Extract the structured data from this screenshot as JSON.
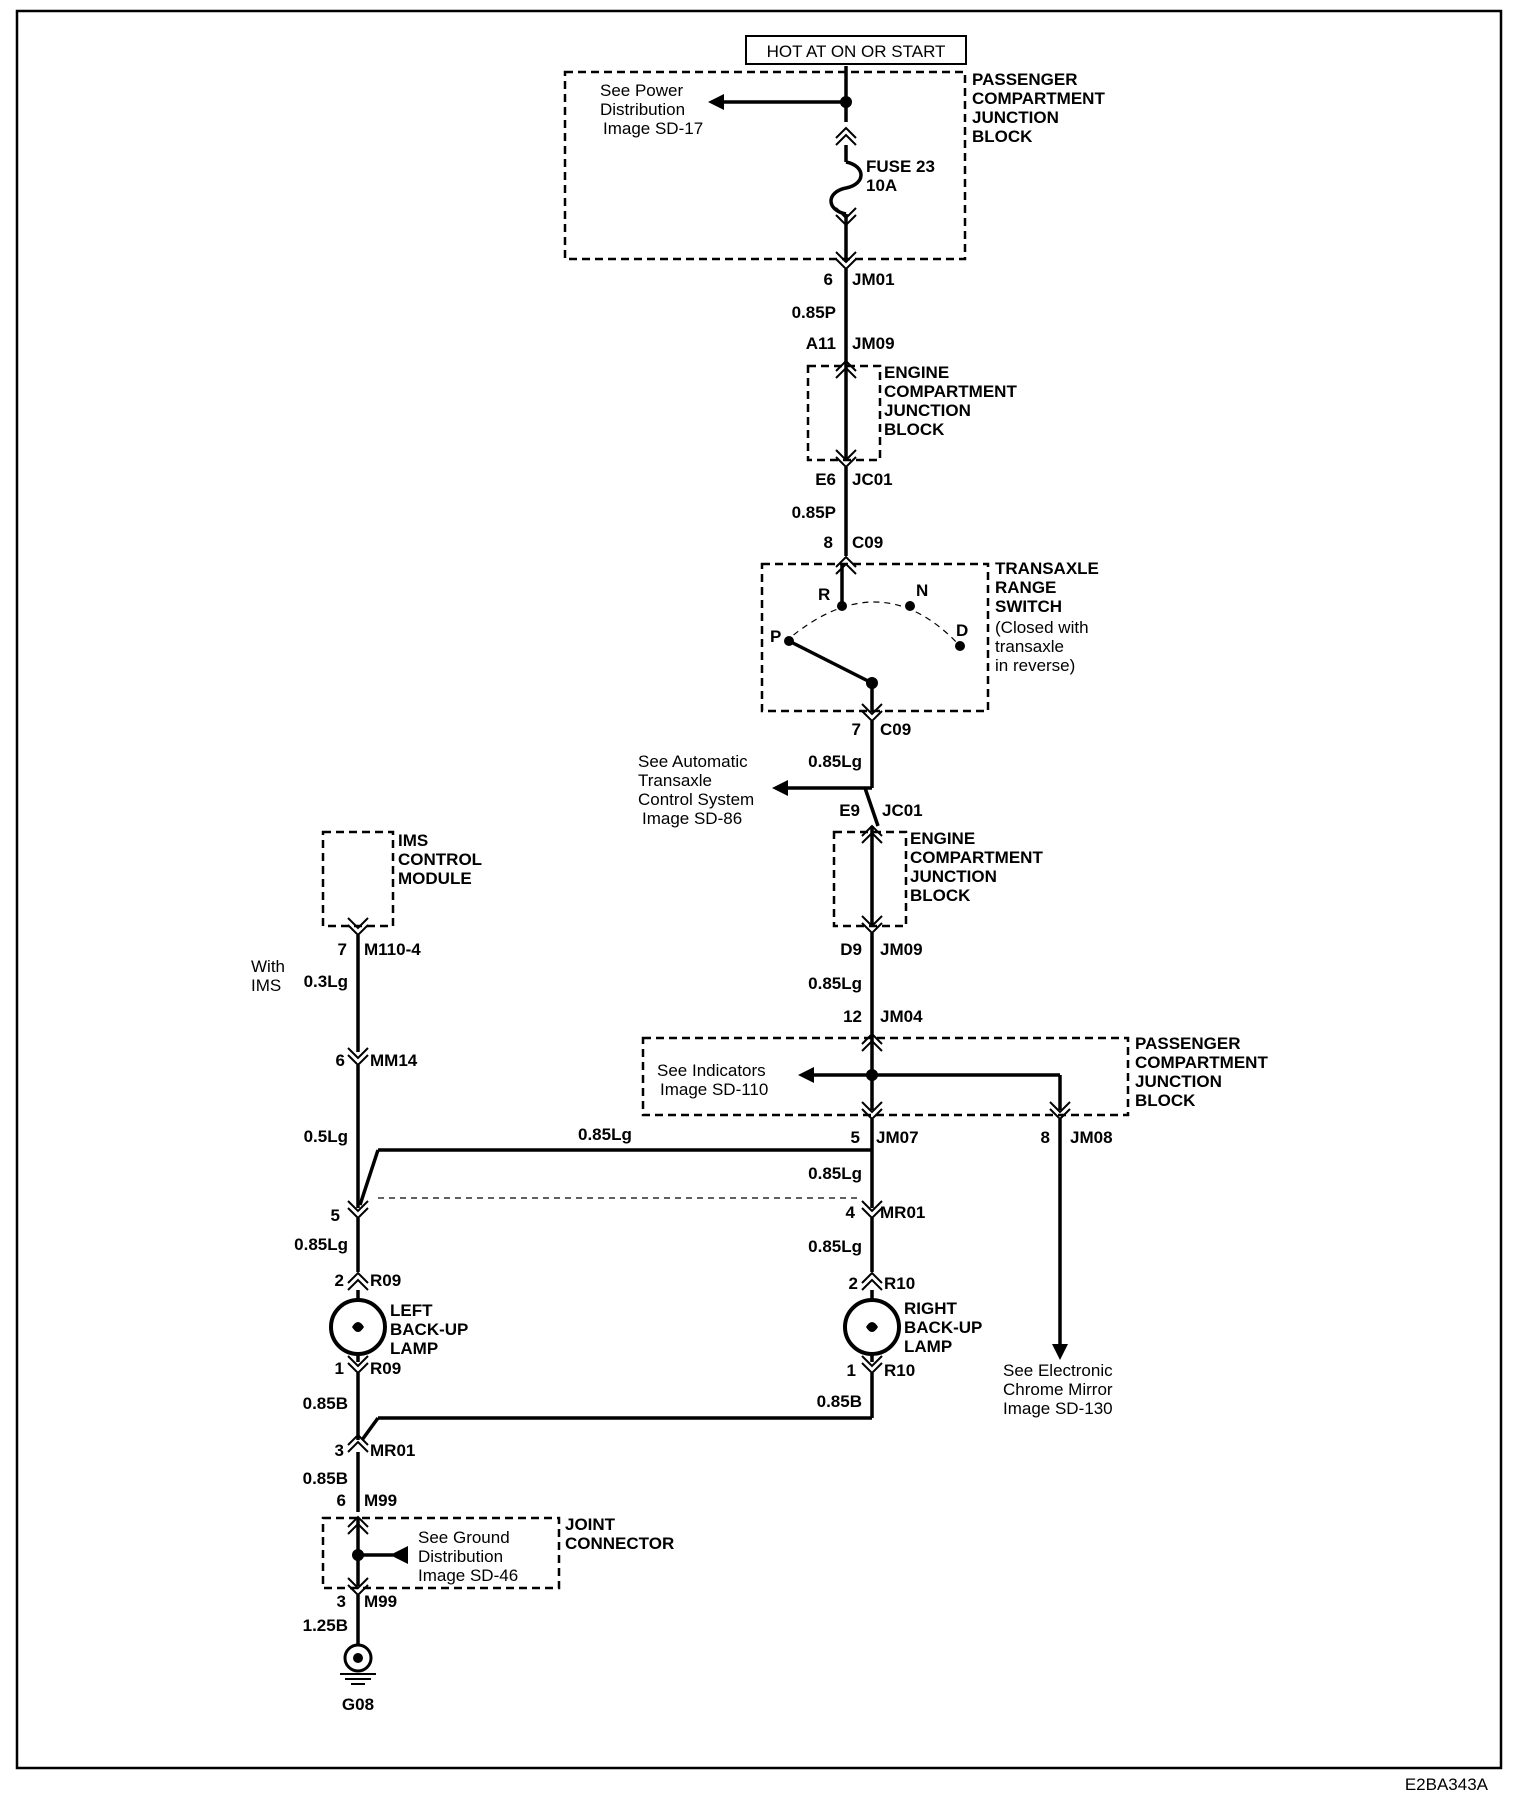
{
  "header": {
    "power_label": "HOT AT ON OR START"
  },
  "passenger_junction_top": {
    "title": [
      "PASSENGER",
      "COMPARTMENT",
      "JUNCTION",
      "BLOCK"
    ],
    "see_ref": [
      "See Power",
      "Distribution",
      "Image  SD-17"
    ],
    "fuse": [
      "FUSE 23",
      "10A"
    ]
  },
  "conn_jm01": {
    "pin": "6",
    "name": "JM01"
  },
  "wire_1": "0.85P",
  "conn_jm09_top": {
    "pin": "A11",
    "name": "JM09"
  },
  "engine_junction_1": {
    "title": [
      "ENGINE",
      "COMPARTMENT",
      "JUNCTION",
      "BLOCK"
    ]
  },
  "conn_jc01_top": {
    "pin": "E6",
    "name": "JC01"
  },
  "wire_2": "0.85P",
  "conn_c09_top": {
    "pin": "8",
    "name": "C09"
  },
  "range_switch": {
    "title": [
      "TRANSAXLE",
      "RANGE",
      "SWITCH"
    ],
    "note": [
      "(Closed with",
      "transaxle",
      "in reverse)"
    ],
    "positions": [
      "R",
      "N",
      "P",
      "D"
    ]
  },
  "conn_c09_bottom": {
    "pin": "7",
    "name": "C09"
  },
  "wire_3": "0.85Lg",
  "see_auto": [
    "See Automatic",
    "Transaxle",
    "Control System",
    "Image  SD-86"
  ],
  "conn_jc01_mid": {
    "pin": "E9",
    "name": "JC01"
  },
  "engine_junction_2": {
    "title": [
      "ENGINE",
      "COMPARTMENT",
      "JUNCTION",
      "BLOCK"
    ]
  },
  "conn_jm09_bottom": {
    "pin": "D9",
    "name": "JM09"
  },
  "wire_4": "0.85Lg",
  "conn_jm04": {
    "pin": "12",
    "name": "JM04"
  },
  "passenger_junction_bottom": {
    "title": [
      "PASSENGER",
      "COMPARTMENT",
      "JUNCTION",
      "BLOCK"
    ],
    "see_ref": [
      "See Indicators",
      "Image  SD-110"
    ]
  },
  "conn_jm07": {
    "pin": "5",
    "name": "JM07"
  },
  "conn_jm08": {
    "pin": "8",
    "name": "JM08"
  },
  "wire_jm07_cross": "0.85Lg",
  "wire_jm07_down": "0.85Lg",
  "conn_mr01_right": {
    "pin": "4",
    "name": "MR01"
  },
  "wire_mr01_right": "0.85Lg",
  "see_mirror": [
    "See Electronic",
    "Chrome Mirror",
    "Image  SD-130"
  ],
  "ims_module": {
    "title": [
      "IMS",
      "CONTROL",
      "MODULE"
    ]
  },
  "conn_m110": {
    "pin": "7",
    "name": "M110-4"
  },
  "with_ims": [
    "With",
    "IMS"
  ],
  "wire_ims": "0.3Lg",
  "conn_mm14": {
    "pin": "6",
    "name": "MM14"
  },
  "wire_mm14": "0.5Lg",
  "conn_mr01_left": {
    "pin": "5"
  },
  "wire_mr01_left": "0.85Lg",
  "left_lamp": {
    "title": [
      "LEFT",
      "BACK-UP",
      "LAMP"
    ],
    "conn_top": {
      "pin": "2",
      "name": "R09"
    },
    "conn_bottom": {
      "pin": "1",
      "name": "R09"
    }
  },
  "right_lamp": {
    "title": [
      "RIGHT",
      "BACK-UP",
      "LAMP"
    ],
    "conn_top": {
      "pin": "2",
      "name": "R10"
    },
    "conn_bottom": {
      "pin": "1",
      "name": "R10"
    }
  },
  "wire_ground_left": "0.85B",
  "wire_ground_right": "0.85B",
  "conn_mr01_ground": {
    "pin": "3",
    "name": "MR01"
  },
  "wire_ground_2": "0.85B",
  "conn_m99_top": {
    "pin": "6",
    "name": "M99"
  },
  "joint_connector": {
    "title": [
      "JOINT",
      "CONNECTOR"
    ],
    "see_ref": [
      "See Ground",
      "Distribution",
      "Image SD-46"
    ]
  },
  "conn_m99_bottom": {
    "pin": "3",
    "name": "M99"
  },
  "wire_ground_3": "1.25B",
  "ground": {
    "name": "G08"
  },
  "figure_id": "E2BA343A"
}
